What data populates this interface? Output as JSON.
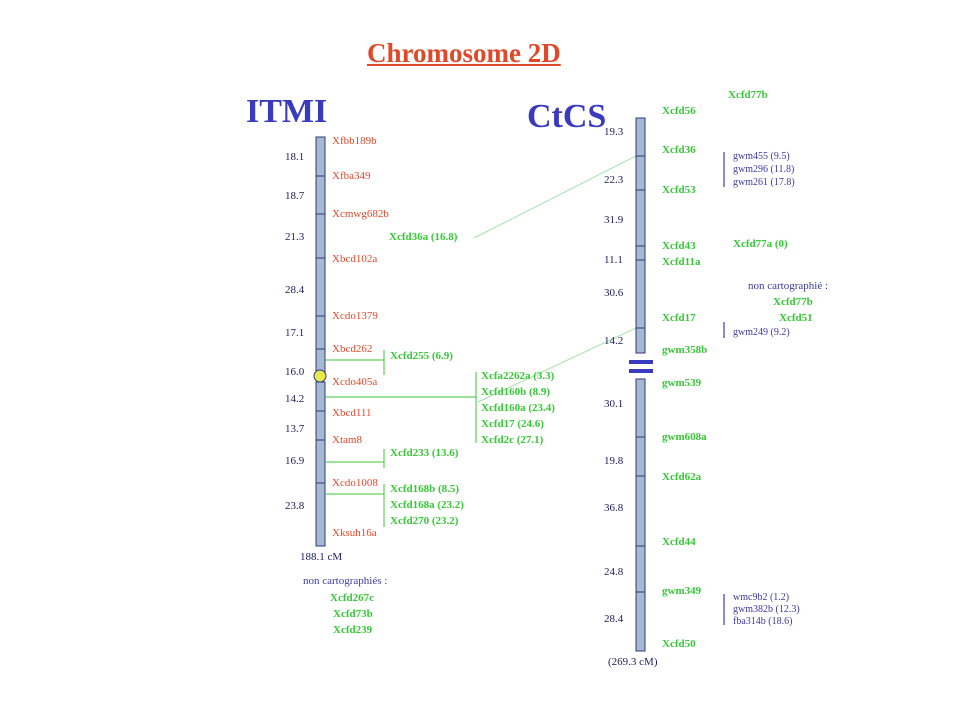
{
  "title": "Chromosome 2D",
  "itmi": {
    "heading": "ITMI",
    "markers": [
      "Xfbb189b",
      "Xfba349",
      "Xcmwg682b",
      "Xbcd102a",
      "Xcdo1379",
      "Xbcd262",
      "Xcdo405a",
      "Xbcd111",
      "Xtam8",
      "Xcdo1008",
      "Xksuh16a"
    ],
    "distances": [
      "18.1",
      "18.7",
      "21.3",
      "28.4",
      "17.1",
      "16.0",
      "14.2",
      "13.7",
      "16.9",
      "23.8"
    ],
    "total": "188.1 cM",
    "side_markers": {
      "cfd36a": "Xcfd36a (16.8)",
      "cfd255": "Xcfd255 (6.9)",
      "cluster_405": [
        "Xcfa2262a (3.3)",
        "Xcfd160b (8.9)",
        "Xcfd160a (23.4)",
        "Xcfd17 (24.6)",
        "Xcfd2c (27.1)"
      ],
      "cfd233": "Xcfd233 (13.6)",
      "cluster_1008": [
        "Xcfd168b (8.5)",
        "Xcfd168a (23.2)",
        "Xcfd270 (23.2)"
      ]
    },
    "unmapped_label": "non cartographiés :",
    "unmapped": [
      "Xcfd267c",
      "Xcfd73b",
      "Xcfd239"
    ]
  },
  "ctcs": {
    "heading": "CtCS",
    "markers": [
      "Xcfd56",
      "Xcfd36",
      "Xcfd53",
      "Xcfd43",
      "Xcfd11a",
      "Xcfd17",
      "gwm358b",
      "gwm539",
      "gwm608a",
      "Xcfd62a",
      "Xcfd44",
      "gwm349",
      "Xcfd50"
    ],
    "distances": [
      "19.3",
      "22.3",
      "31.9",
      "11.1",
      "30.6",
      "14.2",
      "30.1",
      "19.8",
      "36.8",
      "24.8",
      "28.4"
    ],
    "total": "(269.3 cM)",
    "top_right_marker": "Xcfd77b",
    "gwm_group_top": [
      "gwm455 (9.5)",
      "gwm296 (11.8)",
      "gwm261 (17.8)"
    ],
    "cfd77a": "Xcfd77a (0)",
    "unmapped_label": "non cartographié :",
    "unmapped": [
      "Xcfd77b",
      "Xcfd51"
    ],
    "gwm249": "gwm249 (9.2)",
    "gwm_group_bottom": [
      "wmc9b2 (1.2)",
      "gwm382b (12.3)",
      "fba314b (18.6)"
    ]
  },
  "colors": {
    "title": "#e0482a",
    "heading": "#3a3abf",
    "itmi_marker": "#e0482a",
    "cfd_marker": "#37c837",
    "chromosome_fill": "#a7b8d2",
    "chromosome_stroke": "#2e3b7a",
    "centromere": "#e8e84a",
    "separator": "#3a3abf"
  }
}
